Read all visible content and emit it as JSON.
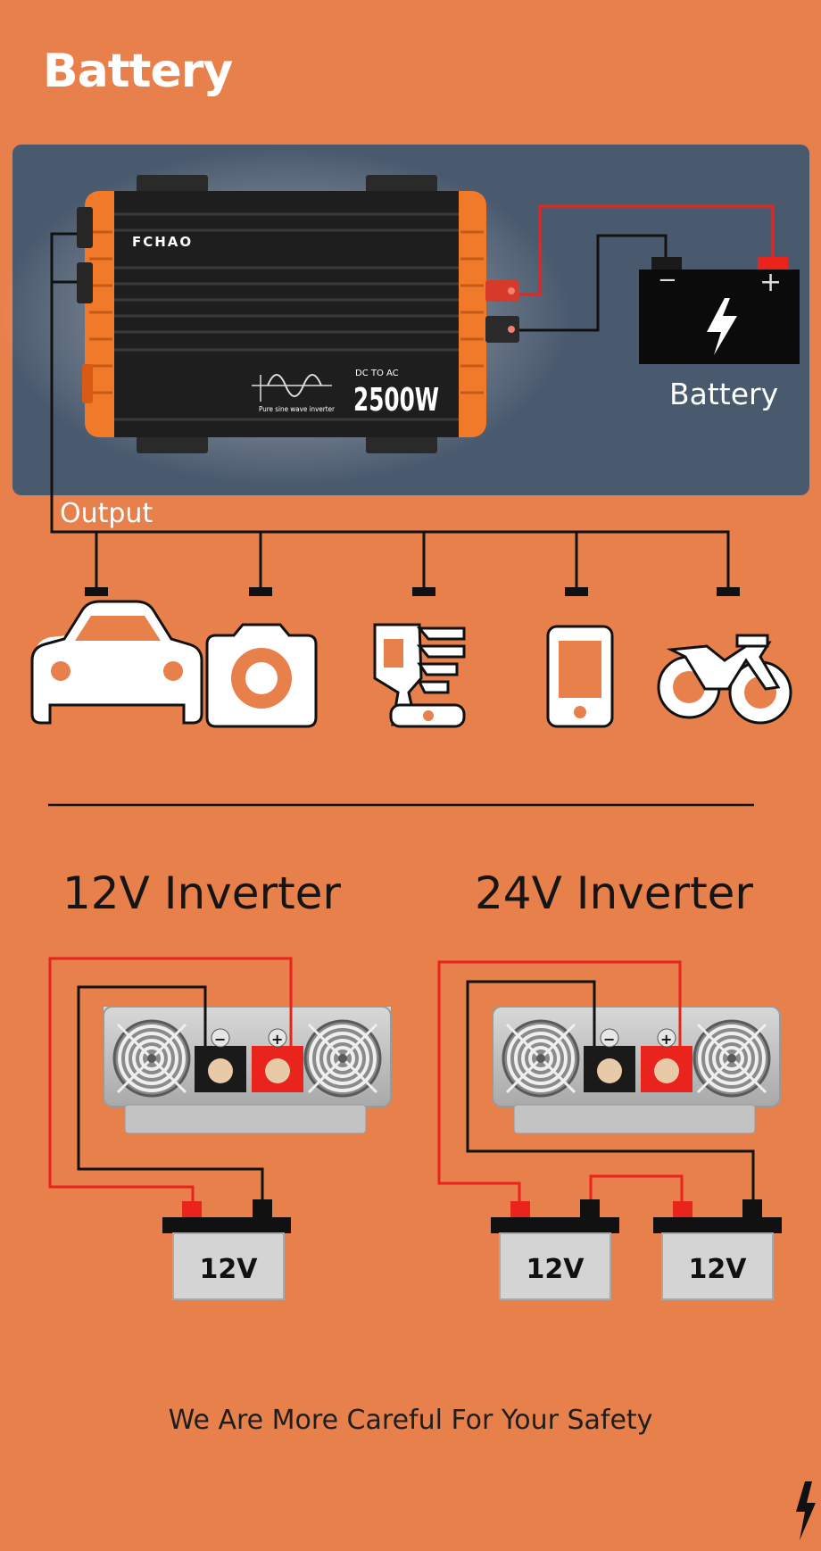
{
  "header": {
    "title": "Battery"
  },
  "inverter": {
    "brand": "FCHAO",
    "mode": "DC TO AC",
    "power": "2500W",
    "tagline": "Pure sine wave inverter"
  },
  "battery": {
    "label": "Battery",
    "negative": "−",
    "positive": "+"
  },
  "output": {
    "label": "Output",
    "devices": [
      "car-icon",
      "camera-icon",
      "drill-icon",
      "phone-icon",
      "motorcycle-icon"
    ]
  },
  "diagrams": {
    "left_title": "12V Inverter",
    "right_title": "24V Inverter",
    "battery_label": "12V",
    "terminal_neg": "−",
    "terminal_pos": "+"
  },
  "footer": {
    "tagline": "We Are More Careful For Your Safety"
  },
  "colors": {
    "background": "#E8804C",
    "panel": "#4A5A6E",
    "wire_red": "#E8241C",
    "wire_black": "#111111",
    "inverter_body": "#1E1E1E",
    "inverter_accent": "#F07A2A"
  }
}
